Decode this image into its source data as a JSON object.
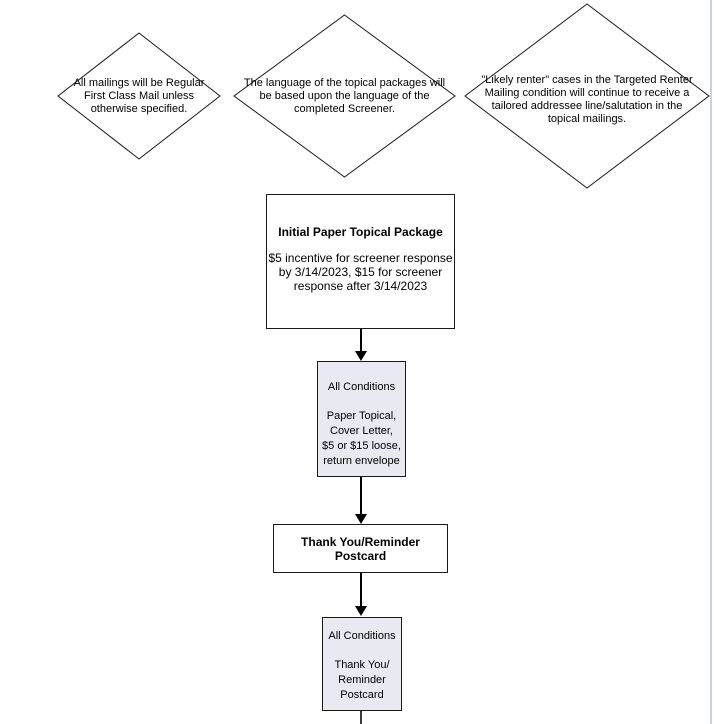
{
  "notes": [
    {
      "text": "All mailings will be Regular\nFirst Class Mail unless\notherwise specified."
    },
    {
      "text": "The language of the topical packages will\nbe based upon the language of the\ncompleted Screener."
    },
    {
      "text": "\"Likely renter\" cases in the Targeted Renter\nMailing condition will continue to receive a\ntailored addressee line/salutation in the\ntopical mailings."
    }
  ],
  "flow": {
    "initial_package": {
      "title": "Initial Paper Topical Package",
      "body": "$5 incentive for screener response\nby 3/14/2023, $15 for screener\nresponse after 3/14/2023"
    },
    "all_conditions_1": {
      "title": "All Conditions",
      "body": "Paper Topical,\nCover Letter,\n$5 or $15 loose,\nreturn envelope"
    },
    "postcard": {
      "title": "Thank You/Reminder Postcard"
    },
    "all_conditions_2": {
      "title": "All Conditions",
      "body": "Thank You/\nReminder\nPostcard"
    }
  },
  "colors": {
    "shape_fill": "#ffffff",
    "condition_fill": "#e9e9f2",
    "stroke": "#1a1a1a",
    "page_edge": "#ccd2da"
  }
}
